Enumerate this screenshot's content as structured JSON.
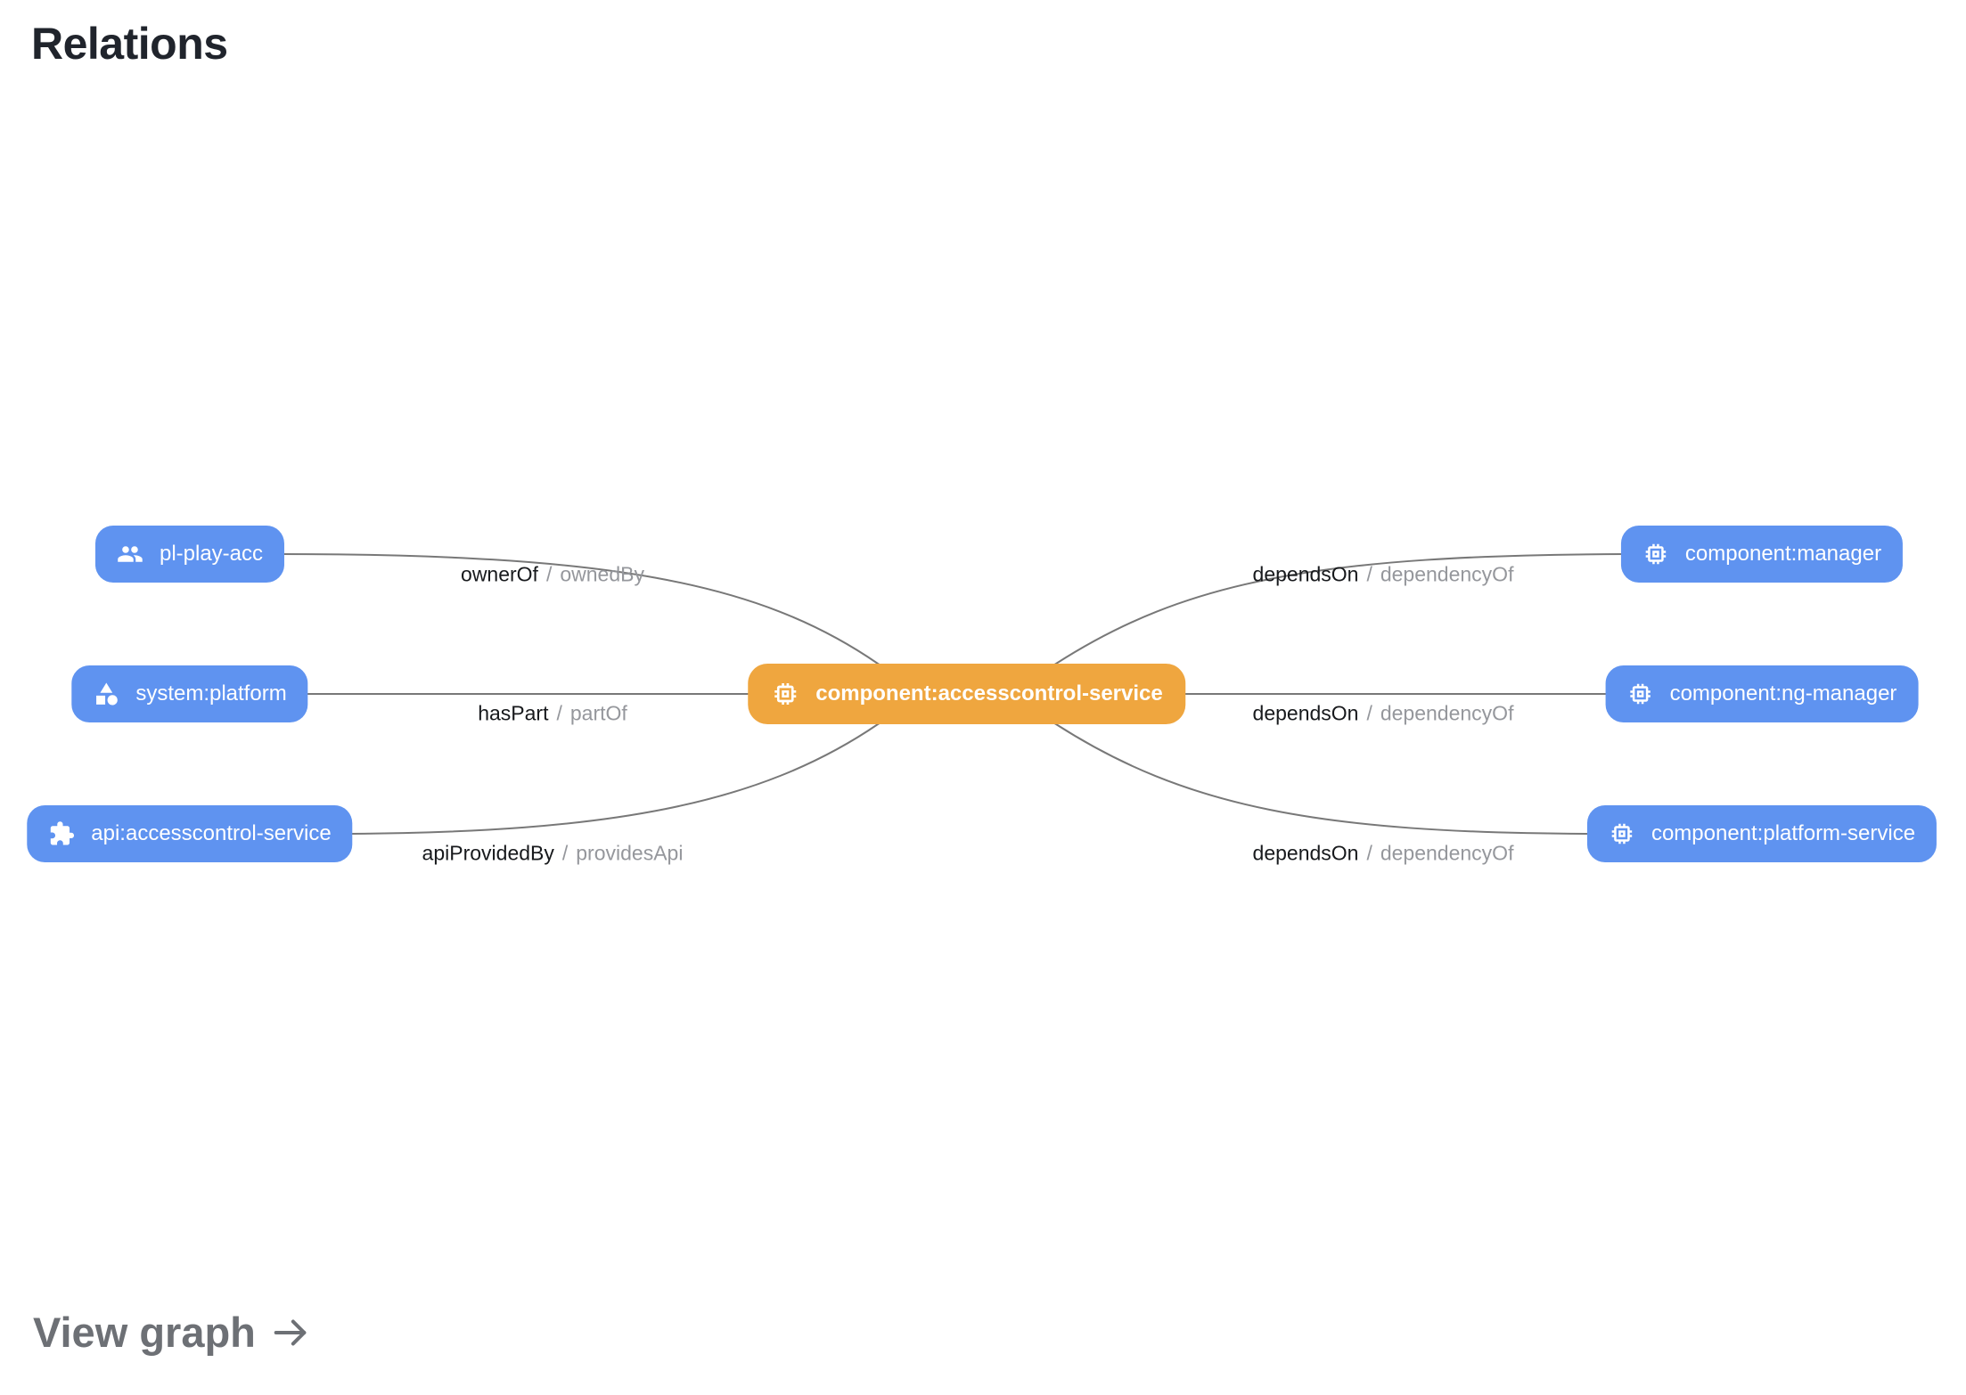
{
  "page": {
    "title": "Relations"
  },
  "footer": {
    "view_graph": "View graph"
  },
  "colors": {
    "node_blue": "#5F93F0",
    "node_orange": "#EFA63F",
    "edge_line": "#787878",
    "relation_text": "#17191C",
    "inverse_text": "#95979C",
    "title_color": "#20242C",
    "footer_color": "#6D7075"
  },
  "graph": {
    "separator": "/",
    "center_node": {
      "label": "component:accesscontrol-service",
      "kind": "component",
      "icon": "memory-icon"
    },
    "left_nodes": [
      {
        "label": "pl-play-acc",
        "kind": "group",
        "icon": "group-icon"
      },
      {
        "label": "system:platform",
        "kind": "system",
        "icon": "category-icon"
      },
      {
        "label": "api:accesscontrol-service",
        "kind": "api",
        "icon": "extension-icon"
      }
    ],
    "right_nodes": [
      {
        "label": "component:manager",
        "kind": "component",
        "icon": "memory-icon"
      },
      {
        "label": "component:ng-manager",
        "kind": "component",
        "icon": "memory-icon"
      },
      {
        "label": "component:platform-service",
        "kind": "component",
        "icon": "memory-icon"
      }
    ],
    "left_edges": [
      {
        "relation": "ownerOf",
        "inverse": "ownedBy"
      },
      {
        "relation": "hasPart",
        "inverse": "partOf"
      },
      {
        "relation": "apiProvidedBy",
        "inverse": "providesApi"
      }
    ],
    "right_edges": [
      {
        "relation": "dependsOn",
        "inverse": "dependencyOf"
      },
      {
        "relation": "dependsOn",
        "inverse": "dependencyOf"
      },
      {
        "relation": "dependsOn",
        "inverse": "dependencyOf"
      }
    ]
  }
}
